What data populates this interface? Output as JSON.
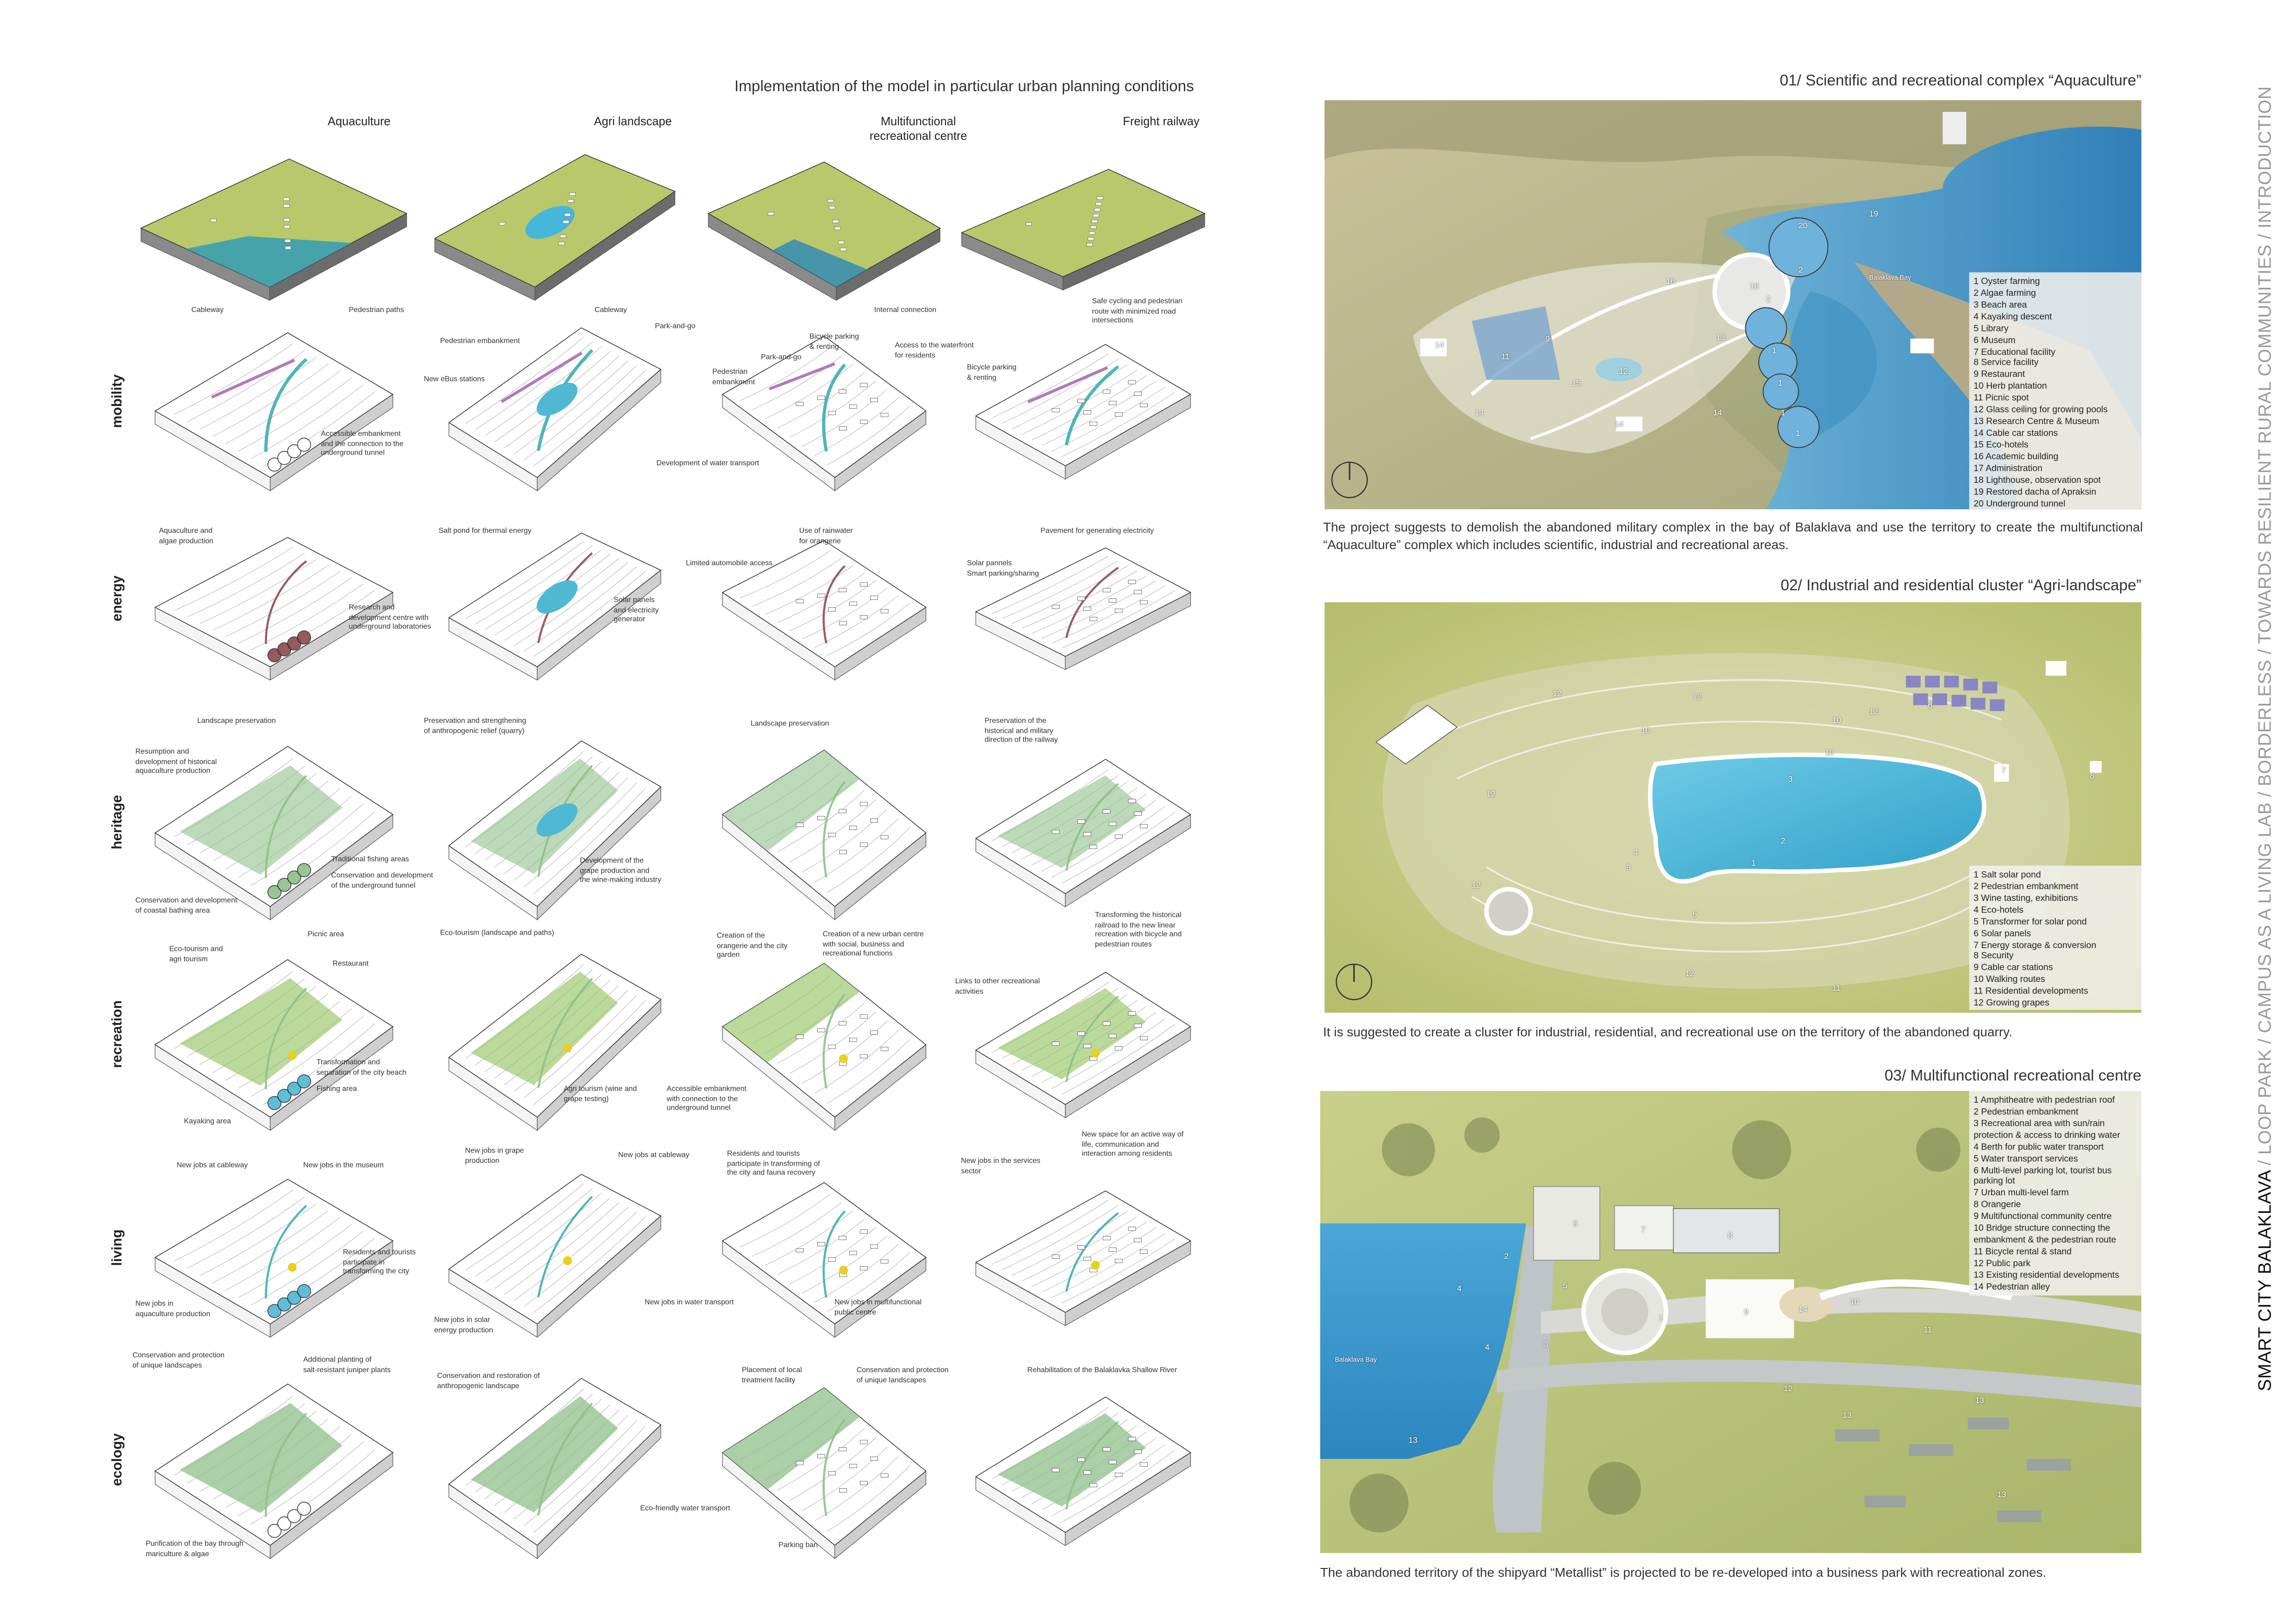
{
  "left": {
    "title": "Implementation of the model in particular urban planning conditions",
    "columns": [
      "Aquaculture",
      "Agri landscape",
      "Multifunctional\nrecreational centre",
      "Freight railway"
    ],
    "rows": [
      {
        "label": "mobility",
        "cells": [
          [
            "Cableway",
            "Pedestrian paths",
            "Accessible embankment\nand the connection to the\nunderground tunnel"
          ],
          [
            "Cableway",
            "Park-and-go",
            "Pedestrian embankment",
            "New eBus stations"
          ],
          [
            "Internal connection",
            "Bicycle parking\n& renting",
            "Access to the waterfront\nfor residents",
            "Park-and-go",
            "Pedestrian\nembankment",
            "Development of water transport"
          ],
          [
            "Safe cycling and pedestrian\nroute with minimized road\nintersections",
            "Bicycle parking\n& renting"
          ]
        ]
      },
      {
        "label": "energy",
        "cells": [
          [
            "Aquaculture and\nalgae production",
            "Research and\ndevelopment centre with\nunderground laboratories"
          ],
          [
            "Salt pond for thermal energy",
            "Solar panels\nand electricity\ngenerator"
          ],
          [
            "Use of rainwater\nfor orangerie",
            "Limited automobile access"
          ],
          [
            "Pavement for generating electricity",
            "Solar pannels\nSmart parking/sharing"
          ]
        ]
      },
      {
        "label": "heritage",
        "cells": [
          [
            "Landscape preservation",
            "Resumption and\ndevelopment of historical\naquaculture production",
            "Traditional fishing areas",
            "Conservation and development\nof the underground tunnel",
            "Conservation and development\nof coastal bathing area"
          ],
          [
            "Preservation and strengthening\nof anthropogenic relief (quarry)",
            "Development of the\ngrape production and\nthe wine-making industry"
          ],
          [
            "Landscape preservation"
          ],
          [
            "Preservation of the\nhistorical and military\ndirection of the railway"
          ]
        ]
      },
      {
        "label": "recreation",
        "cells": [
          [
            "Eco-tourism and\nagri tourism",
            "Picnic area",
            "Restaurant",
            "Transformation and\nseparation of the city beach",
            "Fishing area",
            "Kayaking area"
          ],
          [
            "Eco-tourism (landscape and paths)",
            "Agri tourism (wine and\ngrape testing)"
          ],
          [
            "Creation of the\norangerie and the city\ngarden",
            "Creation of a new urban centre\nwith social, business and\nrecreational functions",
            "Accessible embankment\nwith connection to the\nunderground tunnel"
          ],
          [
            "Transforming the historical\nrailroad to the new linear\nrecreation with bicycle and\npedestrian routes",
            "Links to other recreational\nactivities"
          ]
        ]
      },
      {
        "label": "living",
        "cells": [
          [
            "New jobs at cableway",
            "New jobs in the museum",
            "Residents and tourists\nparticipate in\ntransforming the city",
            "New jobs in\naquaculture production"
          ],
          [
            "New jobs in grape\nproduction",
            "New jobs at cableway",
            "New jobs in solar\nenergy production"
          ],
          [
            "Residents and tourists\nparticipate in transforming of\nthe city and fauna recovery",
            "New jobs in water transport",
            "New jobs in multifunctional\npublic centre"
          ],
          [
            "New space for an active way of\nlife, communication and\ninteraction among residents",
            "New jobs in the services\nsector"
          ]
        ]
      },
      {
        "label": "ecology",
        "cells": [
          [
            "Conservation and protection\nof unique landscapes",
            "Additional planting of\nsalt-resistant juniper plants",
            "Purification of the bay through\nmariculture & algae"
          ],
          [
            "Conservation and restoration of\nanthropogenic landscape"
          ],
          [
            "Placement of local\ntreatment facility",
            "Conservation and protection\nof unique landscapes",
            "Eco-friendly water transport",
            "Parking ban"
          ],
          [
            "Rehabilitation of the Balaklavka Shallow River"
          ]
        ]
      }
    ]
  },
  "projects": [
    {
      "heading": "01/ Scientific and recreational complex “Aquaculture”",
      "legend": [
        "1 Oyster farming",
        "2 Algae farming",
        "3 Beach area",
        "4 Kayaking descent",
        "5 Library",
        "6 Museum",
        "7 Educational facility",
        "8 Service facility",
        "9 Restaurant",
        "10 Herb plantation",
        "11 Picnic spot",
        "12 Glass ceiling for growing pools",
        "13 Research Centre & Museum",
        "14 Cable car stations",
        "15 Eco-hotels",
        "16 Academic building",
        "17 Administration",
        "18 Lighthouse, observation spot",
        "19 Restored dacha of Apraksin",
        "20 Underground tunnel"
      ],
      "map_labels": [
        "20",
        "19",
        "2",
        "2",
        "1",
        "1",
        "1",
        "1",
        "13",
        "14",
        "14",
        "14",
        "14",
        "11",
        "12",
        "16",
        "15",
        "9",
        "18",
        "Balaklava Bay"
      ],
      "text": "The project suggests to demolish the abandoned military complex in the bay of Balaklava and use the territory to create the multifunctional “Aquaculture” complex which includes scientific, industrial and recreational areas."
    },
    {
      "heading": "02/ Industrial and residential cluster “Agri-landscape”",
      "legend": [
        "1 Salt solar pond",
        "2 Pedestrian embankment",
        "3 Wine tasting, exhibitions",
        "4 Eco-hotels",
        "5 Transformer for solar pond",
        "6 Solar panels",
        "7 Energy storage & conversion",
        "8 Security",
        "9 Cable car stations",
        "10 Walking routes",
        "11 Residential developments",
        "12 Growing grapes"
      ],
      "map_labels": [
        "12",
        "12",
        "12",
        "12",
        "12",
        "12",
        "10",
        "10",
        "10",
        "1",
        "2",
        "3",
        "4",
        "5",
        "7",
        "8",
        "9",
        "11",
        "6"
      ],
      "text": "It is suggested to create a cluster for industrial, residential, and recreational use on the territory of the abandoned quarry."
    },
    {
      "heading": "03/ Multifunctional recreational centre",
      "legend": [
        "1 Amphitheatre with pedestrian roof",
        "2 Pedestrian embankment",
        "3 Recreational area with sun/rain protection & access to drinking water",
        "4 Berth for public water transport",
        "5 Water transport services",
        "6 Multi-level parking lot, tourist bus parking lot",
        "7 Urban multi-level farm",
        "8 Orangerie",
        "9 Multifunctional community centre",
        "10 Bridge structure connecting the embankment & the pedestrian route",
        "11 Bicycle rental & stand",
        "12 Public park",
        "13 Existing residential developments",
        "14 Pedestrian alley"
      ],
      "map_labels": [
        "6",
        "7",
        "8",
        "2",
        "4",
        "4",
        "5",
        "3",
        "1",
        "9",
        "14",
        "10",
        "11",
        "12",
        "13",
        "13",
        "13",
        "13",
        "Balaklava Bay"
      ],
      "text": "The abandoned territory of the shipyard “Metallist” is projected to be re-developed into a business park with recreational zones."
    }
  ],
  "side_title": {
    "main": "SMART CITY BALAKLAVA",
    "rest": " / LOOP PARK / CAMPUS AS A LIVING  LAB / BORDERLESS / TOWARDS RESILIENT RURAL COMMUNITIES / INTRODUCTION"
  },
  "colors": {
    "water": "#4fb8d3",
    "mobility_teal": "#3aaeb0",
    "mobility_purple": "#b07ab8",
    "energy_maroon": "#8c4a52",
    "heritage_green": "#8fbf8a",
    "recreation_yellow": "#e8d020",
    "terrain": "#b9c86a"
  }
}
